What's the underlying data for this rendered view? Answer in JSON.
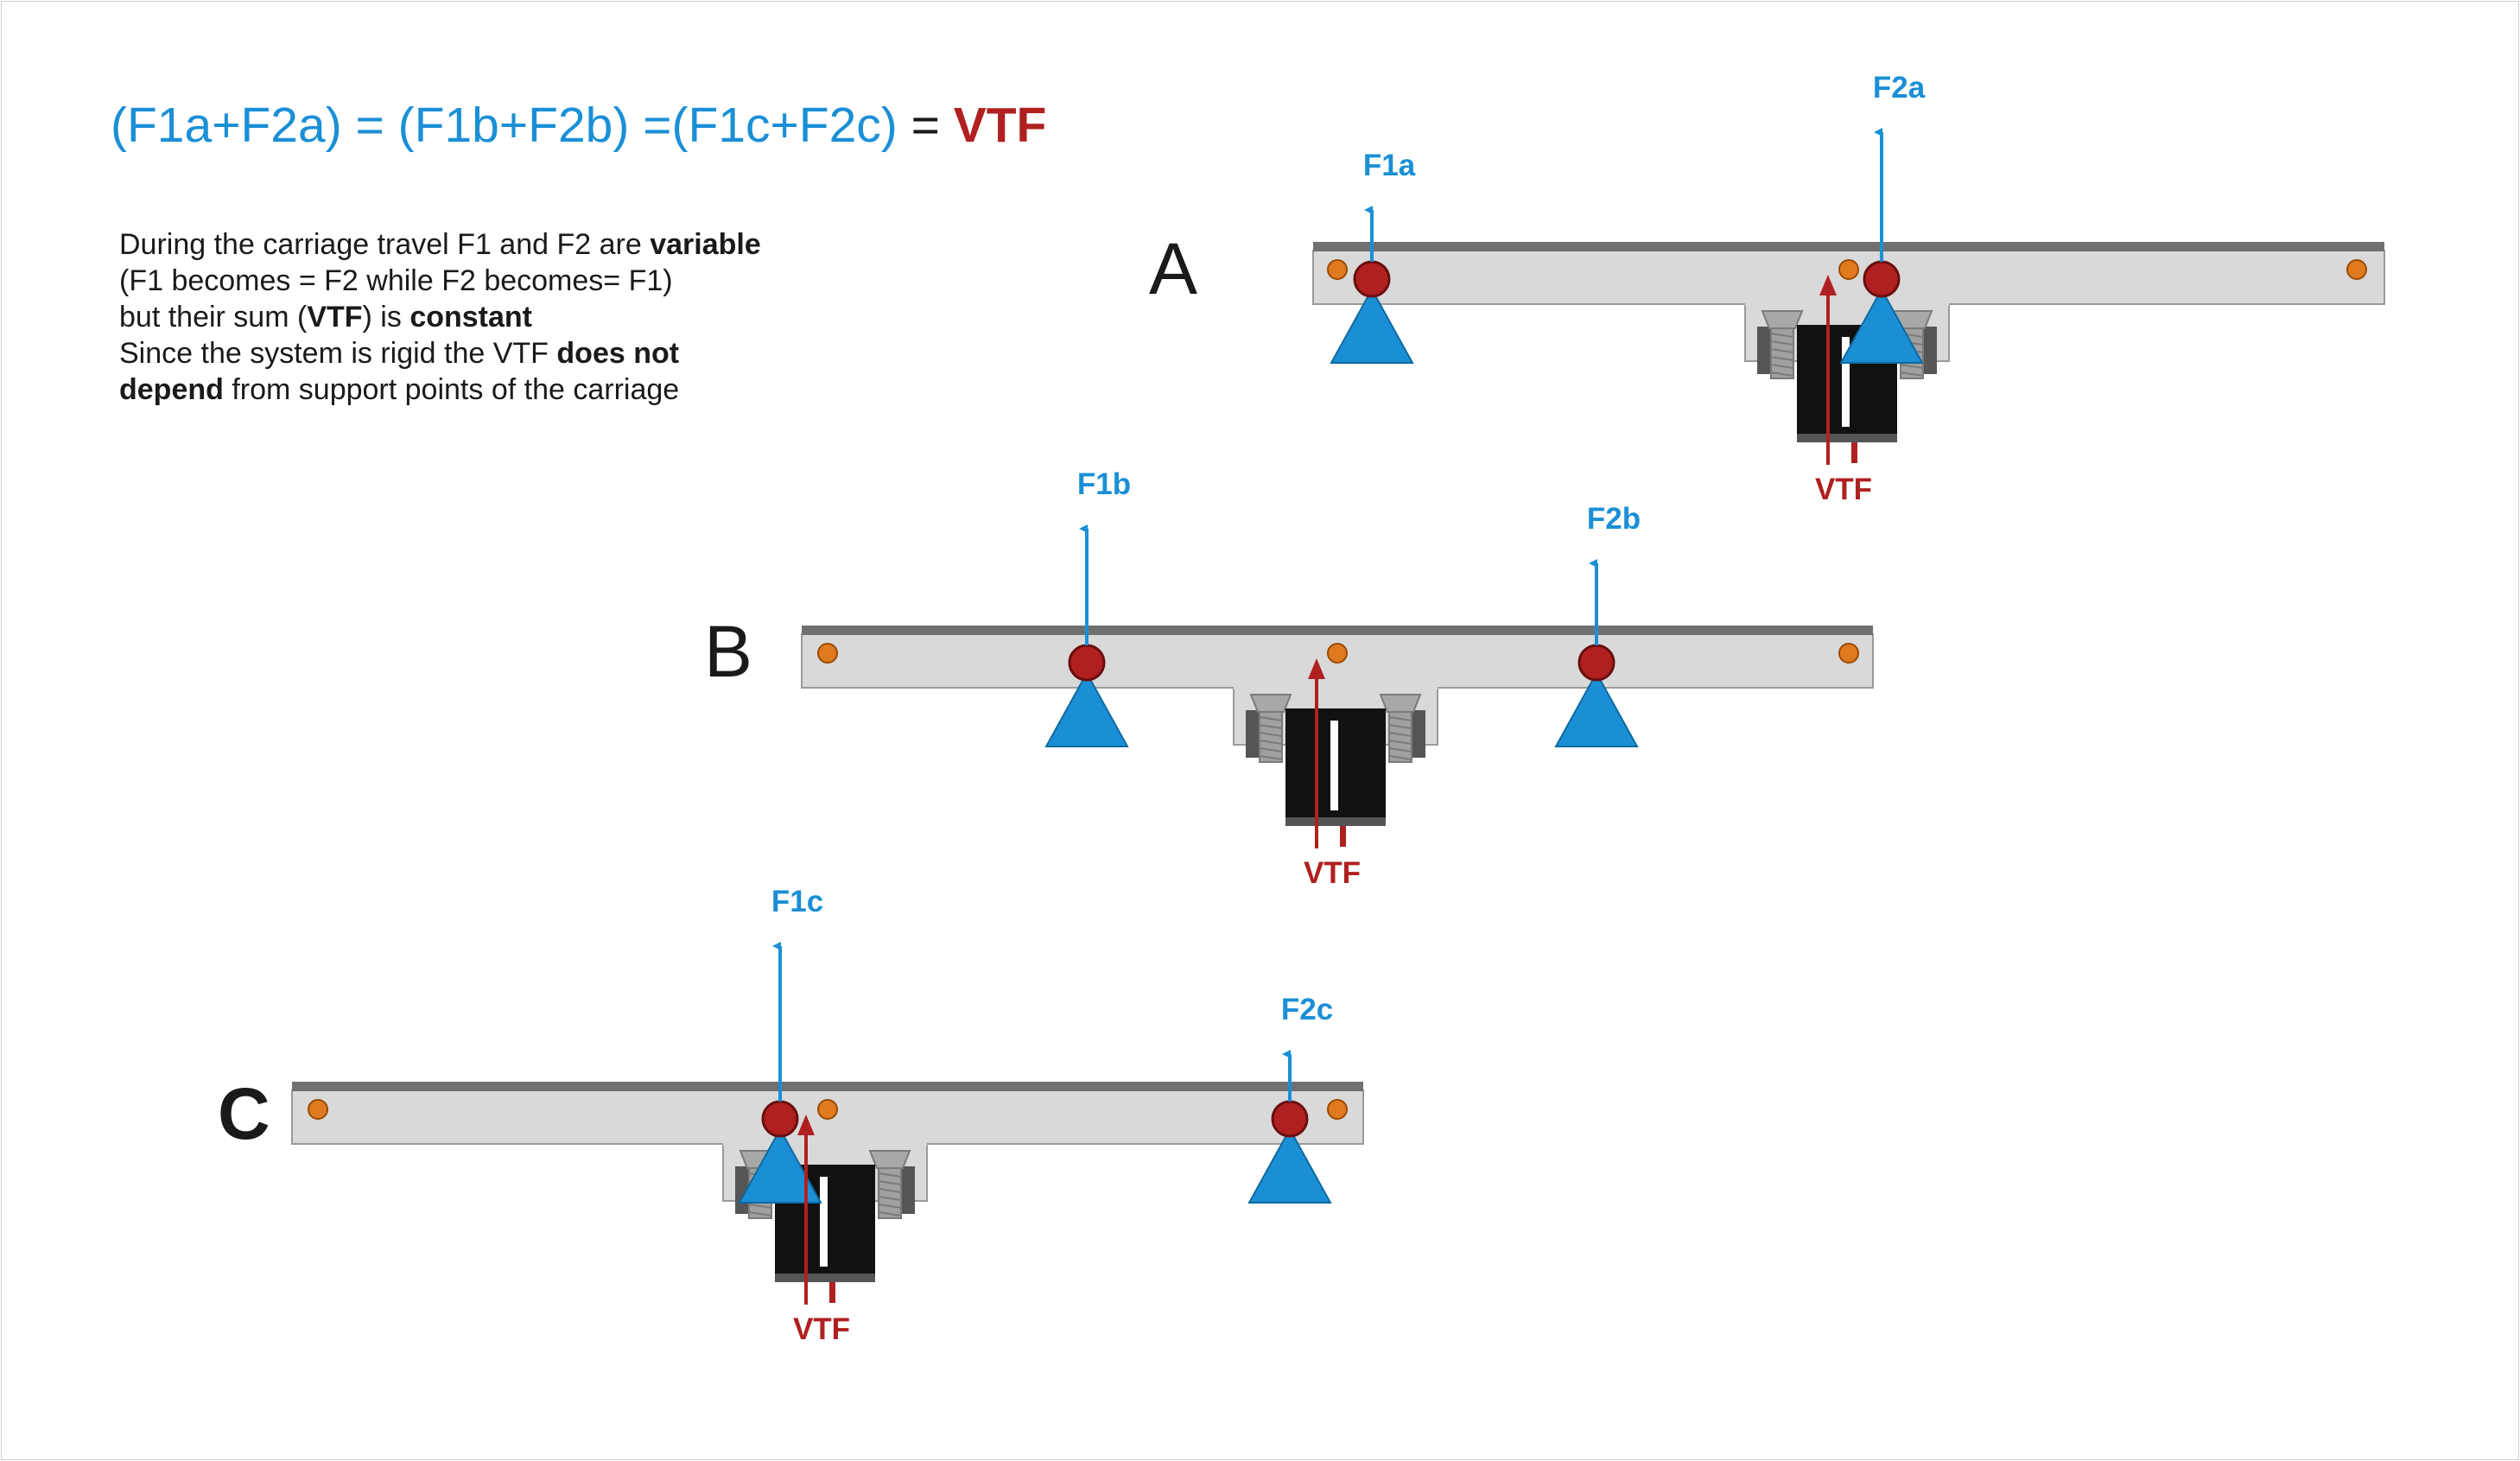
{
  "equation": {
    "lhs": "(F1a+F2a) = (F1b+F2b) =(F1c+F2c)",
    "eq": " = ",
    "rhs": "VTF"
  },
  "description": {
    "l1_pre": "During the carriage travel F1 and F2 are ",
    "l1_bold": "variable",
    "l2": "(F1 becomes = F2 while F2 becomes= F1)",
    "l3_pre": "but their sum (",
    "l3_bold1": "VTF",
    "l3_mid": ") is ",
    "l3_bold2": "constant",
    "l4_pre": "Since the system is rigid the VTF ",
    "l4_bold": "does not",
    "l5_bold": "depend",
    "l5_post": " from support points of the carriage"
  },
  "scenes": {
    "A": {
      "letter": "A",
      "f1": "F1a",
      "f2": "F2a",
      "vtf": "VTF"
    },
    "B": {
      "letter": "B",
      "f1": "F1b",
      "f2": "F2b",
      "vtf": "VTF"
    },
    "C": {
      "letter": "C",
      "f1": "F1c",
      "f2": "F2c",
      "vtf": "VTF"
    }
  },
  "colors": {
    "force_blue": "#1b8fd6",
    "vtf_red": "#b02020",
    "bar_gray": "#d9d9d9",
    "ball_red": "#b02020",
    "pin_orange": "#e07a1f",
    "magnet_black": "#111111"
  }
}
